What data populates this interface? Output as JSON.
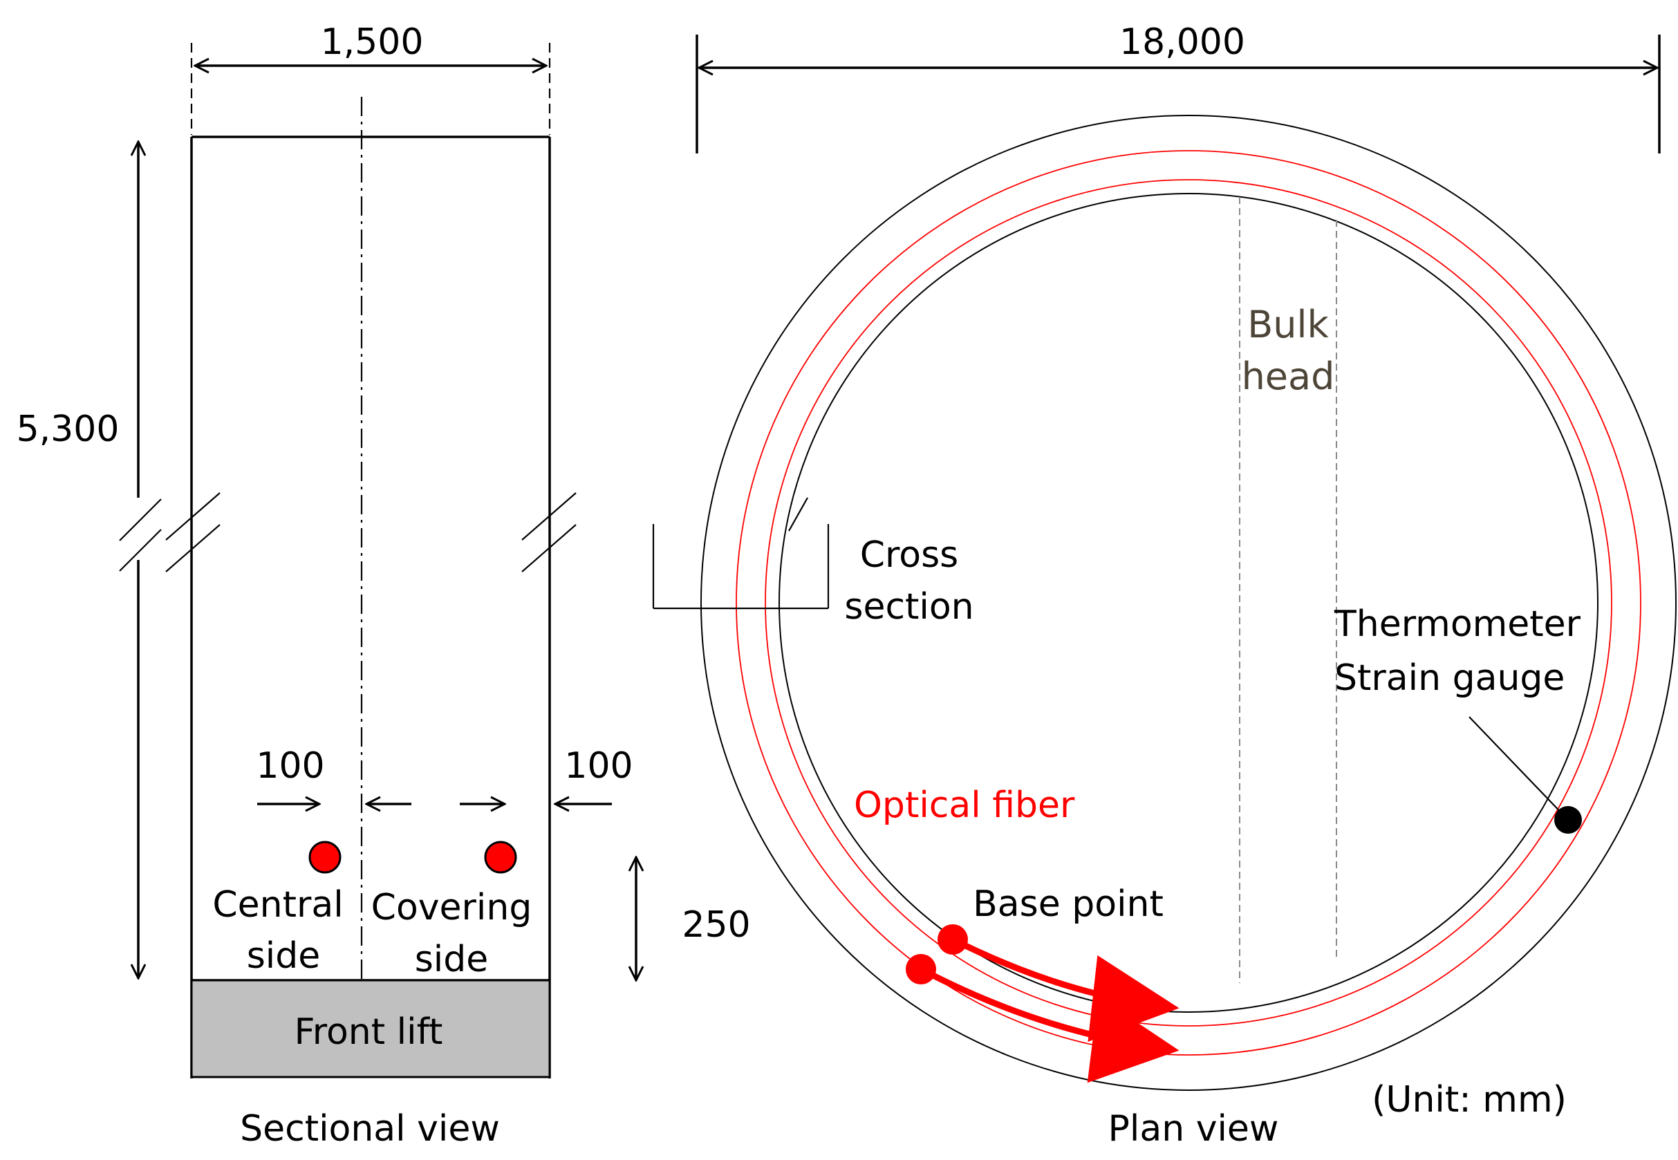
{
  "sectional": {
    "width_label": "1,500",
    "height_label": "5,300",
    "offset_left_label": "100",
    "offset_right_label": "100",
    "depth_label": "250",
    "central_side_line1": "Central",
    "central_side_line2": "side",
    "covering_side_line1": "Covering",
    "covering_side_line2": "side",
    "front_lift_label": "Front lift",
    "caption": "Sectional view"
  },
  "plan": {
    "diameter_label": "18,000",
    "bulkhead_line1": "Bulk",
    "bulkhead_line2": "head",
    "cross_section_line1": "Cross",
    "cross_section_line2": "section",
    "thermometer_label": "Thermometer",
    "strain_gauge_label": "Strain gauge",
    "optical_fiber_label": "Optical fiber",
    "base_point_label": "Base point",
    "caption": "Plan view"
  },
  "unit_note": "(Unit: mm)",
  "colors": {
    "sensor_red": "#ff0000",
    "fiber_red": "#ff0000",
    "front_lift_fill": "#c0c0c0",
    "bulkhead_text": "#4d4638",
    "sensor_black": "#000000"
  }
}
